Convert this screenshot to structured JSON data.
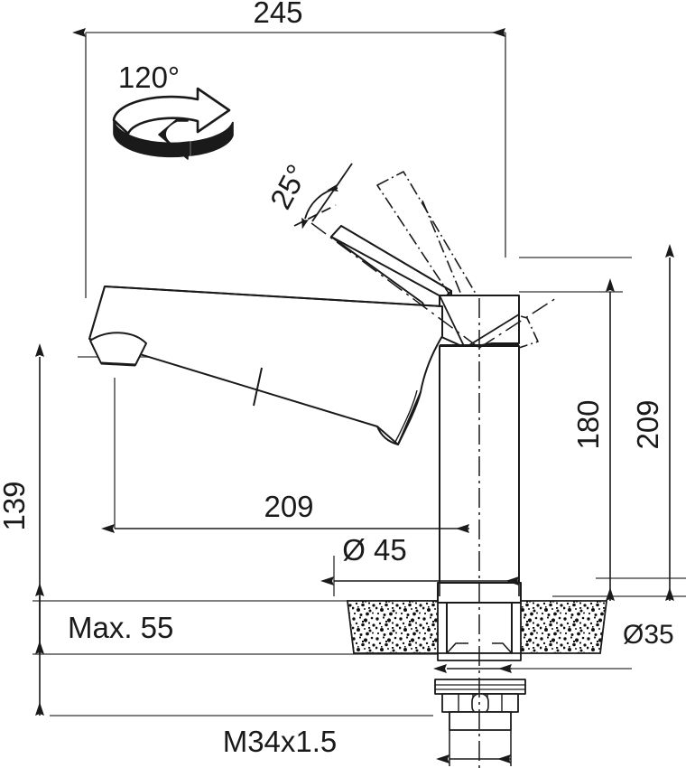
{
  "drawing": {
    "title": "Kitchen mixer tap dimensional drawing",
    "units": "mm",
    "line_color": "#1a1a1a",
    "thin_line_color": "#555555",
    "hatch_color": "#111111"
  },
  "dimensions": {
    "top_width": "245",
    "rotation": "120°",
    "spout_tilt": "25°",
    "spout_reach": "209",
    "spout_diameter": "Ø 45",
    "spout_height_left": "139",
    "counter_thickness": "Max. 55",
    "body_height_inner": "180",
    "body_height_outer": "209",
    "shank_diameter": "Ø35",
    "thread": "M34x1.5"
  },
  "annotations": [
    {
      "name": "top-width",
      "value": "245"
    },
    {
      "name": "swivel-range",
      "value": "120°"
    },
    {
      "name": "lever-angle",
      "value": "25°"
    },
    {
      "name": "projection",
      "value": "209"
    },
    {
      "name": "spout-outlet-dia",
      "value": "Ø 45"
    },
    {
      "name": "outlet-height",
      "value": "139"
    },
    {
      "name": "max-worktop",
      "value": "Max. 55"
    },
    {
      "name": "height-to-lever",
      "value": "180"
    },
    {
      "name": "overall-height",
      "value": "209"
    },
    {
      "name": "mounting-hole-dia",
      "value": "Ø35"
    },
    {
      "name": "thread-size",
      "value": "M34x1.5"
    }
  ]
}
